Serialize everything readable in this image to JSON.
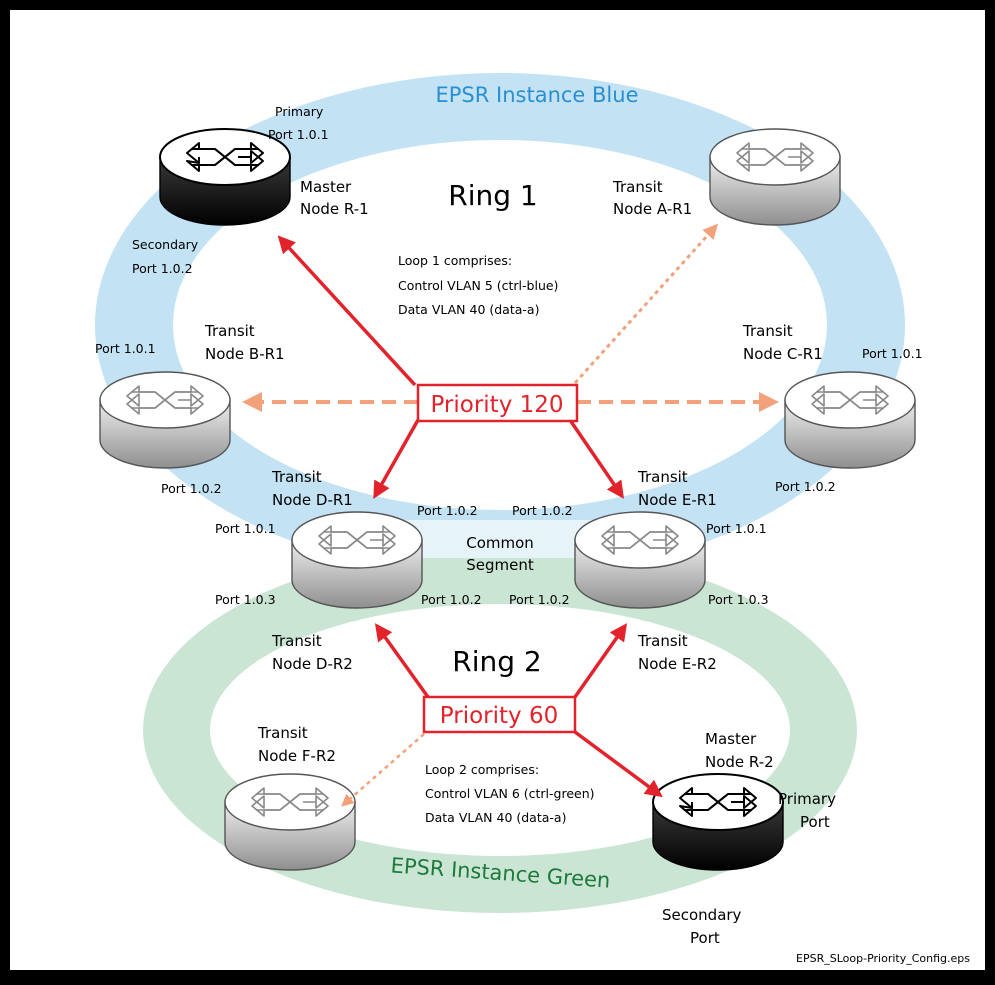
{
  "rings": {
    "blue_title": "EPSR Instance Blue",
    "green_title": "EPSR Instance Green",
    "ring1_label": "Ring 1",
    "ring2_label": "Ring 2",
    "common_segment": [
      "Common",
      "Segment"
    ]
  },
  "loop1": [
    "Loop 1 comprises:",
    "Control VLAN 5 (ctrl-blue)",
    "Data VLAN 40 (data-a)"
  ],
  "loop2": [
    "Loop 2 comprises:",
    "Control VLAN 6 (ctrl-green)",
    "Data VLAN 40 (data-a)"
  ],
  "priority1": "Priority 120",
  "priority2": "Priority 60",
  "nodes": {
    "master_r1": [
      "Master",
      "Node R-1"
    ],
    "transit_a_r1": [
      "Transit",
      "Node A-R1"
    ],
    "transit_b_r1": [
      "Transit",
      "Node B-R1"
    ],
    "transit_c_r1": [
      "Transit",
      "Node C-R1"
    ],
    "transit_d_r1": [
      "Transit",
      "Node D-R1"
    ],
    "transit_e_r1": [
      "Transit",
      "Node E-R1"
    ],
    "transit_d_r2": [
      "Transit",
      "Node D-R2"
    ],
    "transit_e_r2": [
      "Transit",
      "Node E-R2"
    ],
    "transit_f_r2": [
      "Transit",
      "Node F-R2"
    ],
    "master_r2": [
      "Master",
      "Node R-2"
    ]
  },
  "ports": {
    "r1_primary": [
      "Primary",
      "Port 1.0.1"
    ],
    "r1_secondary": [
      "Secondary",
      "Port 1.0.2"
    ],
    "b_top": "Port 1.0.1",
    "b_bottom": "Port 1.0.2",
    "c_top": "Port 1.0.1",
    "c_bottom": "Port 1.0.2",
    "d_left": "Port 1.0.1",
    "d_top_right": "Port 1.0.2",
    "d_left_lower": "Port 1.0.3",
    "d_bottom_right": "Port 1.0.2",
    "e_top_left": "Port 1.0.2",
    "e_right": "Port 1.0.1",
    "e_bottom_left": "Port 1.0.2",
    "e_right_lower": "Port 1.0.3",
    "r2_primary": [
      "Primary",
      "Port"
    ],
    "r2_secondary": [
      "Secondary",
      "Port"
    ]
  },
  "filename": "EPSR_SLoop-Priority_Config.eps",
  "colors": {
    "blue_ring": "#c3e3f5",
    "green_ring": "#cbe5d5",
    "blue_title": "#2a8fd0",
    "green_title": "#1d7a3a",
    "priority_red": "#e3232c",
    "dashed_salmon": "#f2a17a",
    "common_segment": "#e6f3f8"
  }
}
